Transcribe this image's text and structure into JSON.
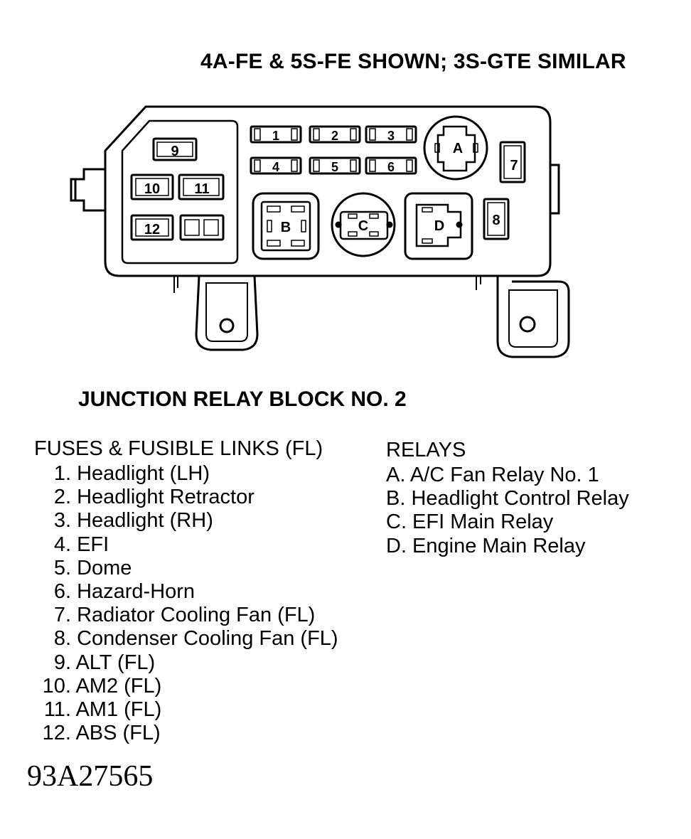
{
  "header": {
    "caption": "4A-FE & 5S-FE SHOWN; 3S-GTE SIMILAR"
  },
  "diagram": {
    "fuse_labels": [
      "1",
      "2",
      "3",
      "4",
      "5",
      "6",
      "7",
      "8",
      "9",
      "10",
      "11",
      "12"
    ],
    "relay_labels": [
      "A",
      "B",
      "C",
      "D"
    ]
  },
  "title": "JUNCTION RELAY BLOCK NO. 2",
  "fuses": {
    "heading": "FUSES & FUSIBLE LINKS (FL)",
    "items": [
      {
        "num": "1.",
        "label": "Headlight (LH)"
      },
      {
        "num": "2.",
        "label": "Headlight Retractor"
      },
      {
        "num": "3.",
        "label": "Headlight (RH)"
      },
      {
        "num": "4.",
        "label": "EFI"
      },
      {
        "num": "5.",
        "label": "Dome"
      },
      {
        "num": "6.",
        "label": "Hazard-Horn"
      },
      {
        "num": "7.",
        "label": "Radiator Cooling Fan (FL)"
      },
      {
        "num": "8.",
        "label": "Condenser Cooling Fan (FL)"
      },
      {
        "num": "9.",
        "label": "ALT (FL)"
      },
      {
        "num": "10.",
        "label": "AM2 (FL)"
      },
      {
        "num": "11.",
        "label": "AM1 (FL)"
      },
      {
        "num": "12.",
        "label": "ABS (FL)"
      }
    ]
  },
  "relays": {
    "heading": "RELAYS",
    "items": [
      "A. A/C Fan Relay No. 1",
      "B. Headlight Control Relay",
      "C. EFI Main Relay",
      "D. Engine Main Relay"
    ]
  },
  "figure_id": "93A27565"
}
